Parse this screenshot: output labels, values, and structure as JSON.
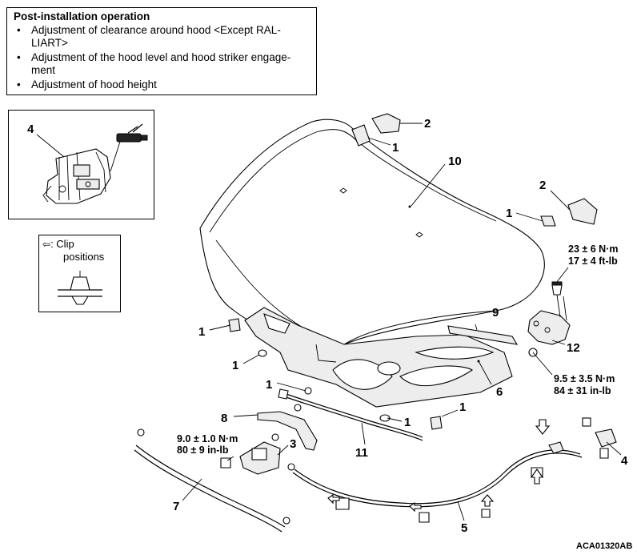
{
  "note": {
    "title": "Post-installation operation",
    "items": [
      "Adjustment of clearance around hood <Except RAL-",
      "LIART>",
      "Adjustment of the hood level and hood striker engage-",
      "ment",
      "Adjustment of hood height"
    ]
  },
  "legend": {
    "line1": ": Clip",
    "line2": "positions"
  },
  "labels": {
    "inset_4": "4",
    "p2a": "2",
    "p1a": "1",
    "p10": "10",
    "p2b": "2",
    "p1b": "1",
    "p1c": "1",
    "p1d": "1",
    "p1e": "1",
    "p9": "9",
    "p12": "12",
    "p6": "6",
    "p8": "8",
    "p1f": "1",
    "p1g": "1",
    "p3": "3",
    "p11": "11",
    "p7": "7",
    "p5": "5",
    "p4": "4"
  },
  "torques": {
    "hinge_nm": "23 ± 6 N·m",
    "hinge_ftlb": "17 ± 4 ft-lb",
    "nut_nm": "9.5 ± 3.5 N·m",
    "nut_inlb": "84 ± 31 in-lb",
    "latch_nm": "9.0 ± 1.0 N·m",
    "latch_inlb": "80 ± 9 in-lb"
  },
  "figure_code": "ACA01320AB"
}
